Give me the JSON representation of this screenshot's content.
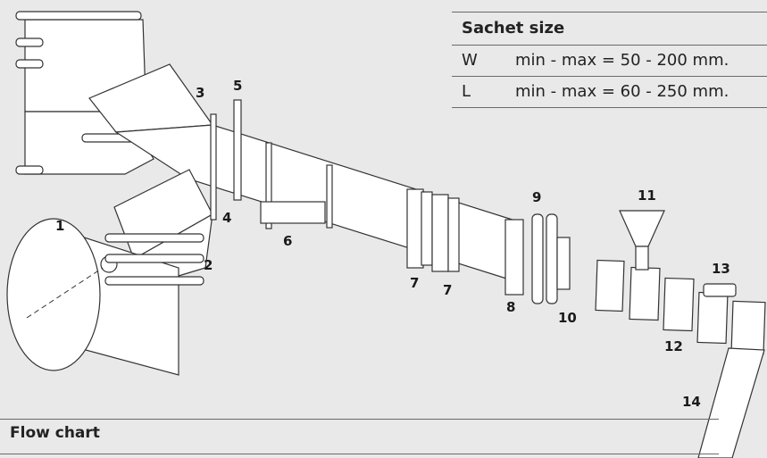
{
  "spec_table": {
    "title": "Sachet size",
    "rows": [
      {
        "key": "W",
        "value": "min - max = 50 - 200 mm."
      },
      {
        "key": "L",
        "value": "min - max = 60 - 250 mm."
      }
    ]
  },
  "callouts": [
    "1",
    "2",
    "3",
    "4",
    "5",
    "6",
    "7",
    "7",
    "8",
    "9",
    "10",
    "11",
    "12",
    "13",
    "14"
  ],
  "footer": {
    "title": "Flow chart"
  },
  "colors": {
    "background": "#e9e9e9",
    "line": "#333333",
    "fill": "#ffffff"
  }
}
